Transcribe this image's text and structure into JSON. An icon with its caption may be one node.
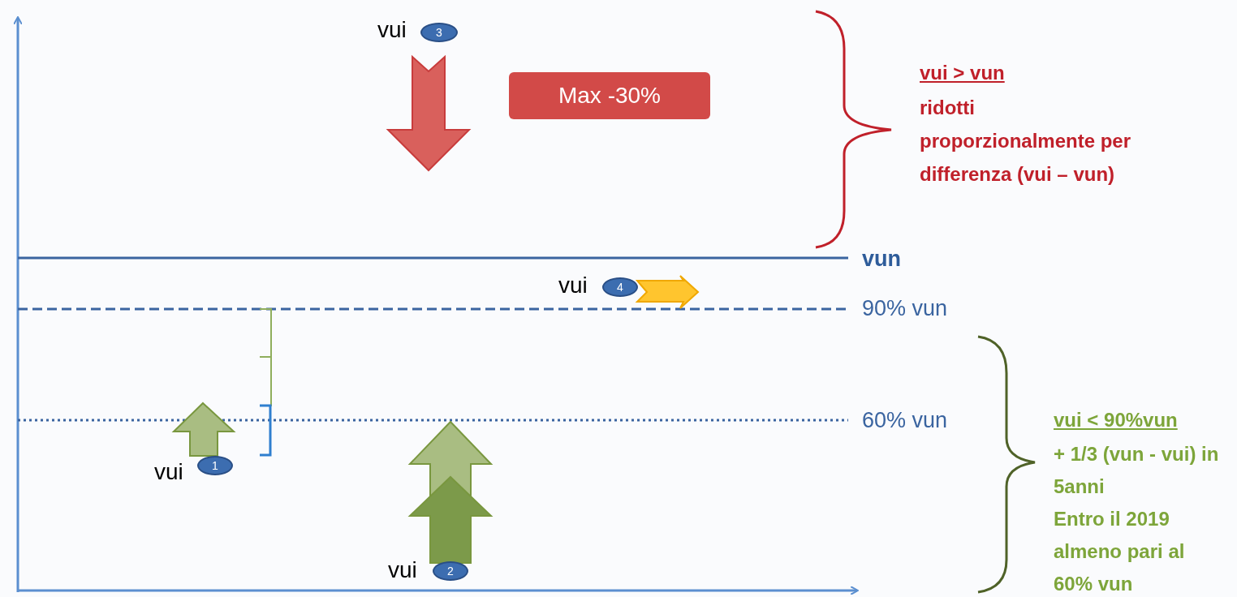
{
  "diagram": {
    "nodes": [
      {
        "text": [
          "3"
        ]
      },
      {
        "text": [
          "Max -30%"
        ]
      },
      {
        "text": [
          "4"
        ]
      },
      {
        "text": [
          "1"
        ]
      },
      {
        "text": [
          "2"
        ]
      }
    ],
    "labels": [
      "vui",
      "vui > vun",
      "ridotti proporzionalmente per  differenza (vui – vun)",
      "vun",
      "vui",
      "90% vun",
      "60% vun",
      "vui",
      "vui",
      "vui < 90%vun",
      "+ 1/3 (vun - vui) in 5anni",
      "Entro il 2019 almeno pari al 60% vun"
    ]
  }
}
